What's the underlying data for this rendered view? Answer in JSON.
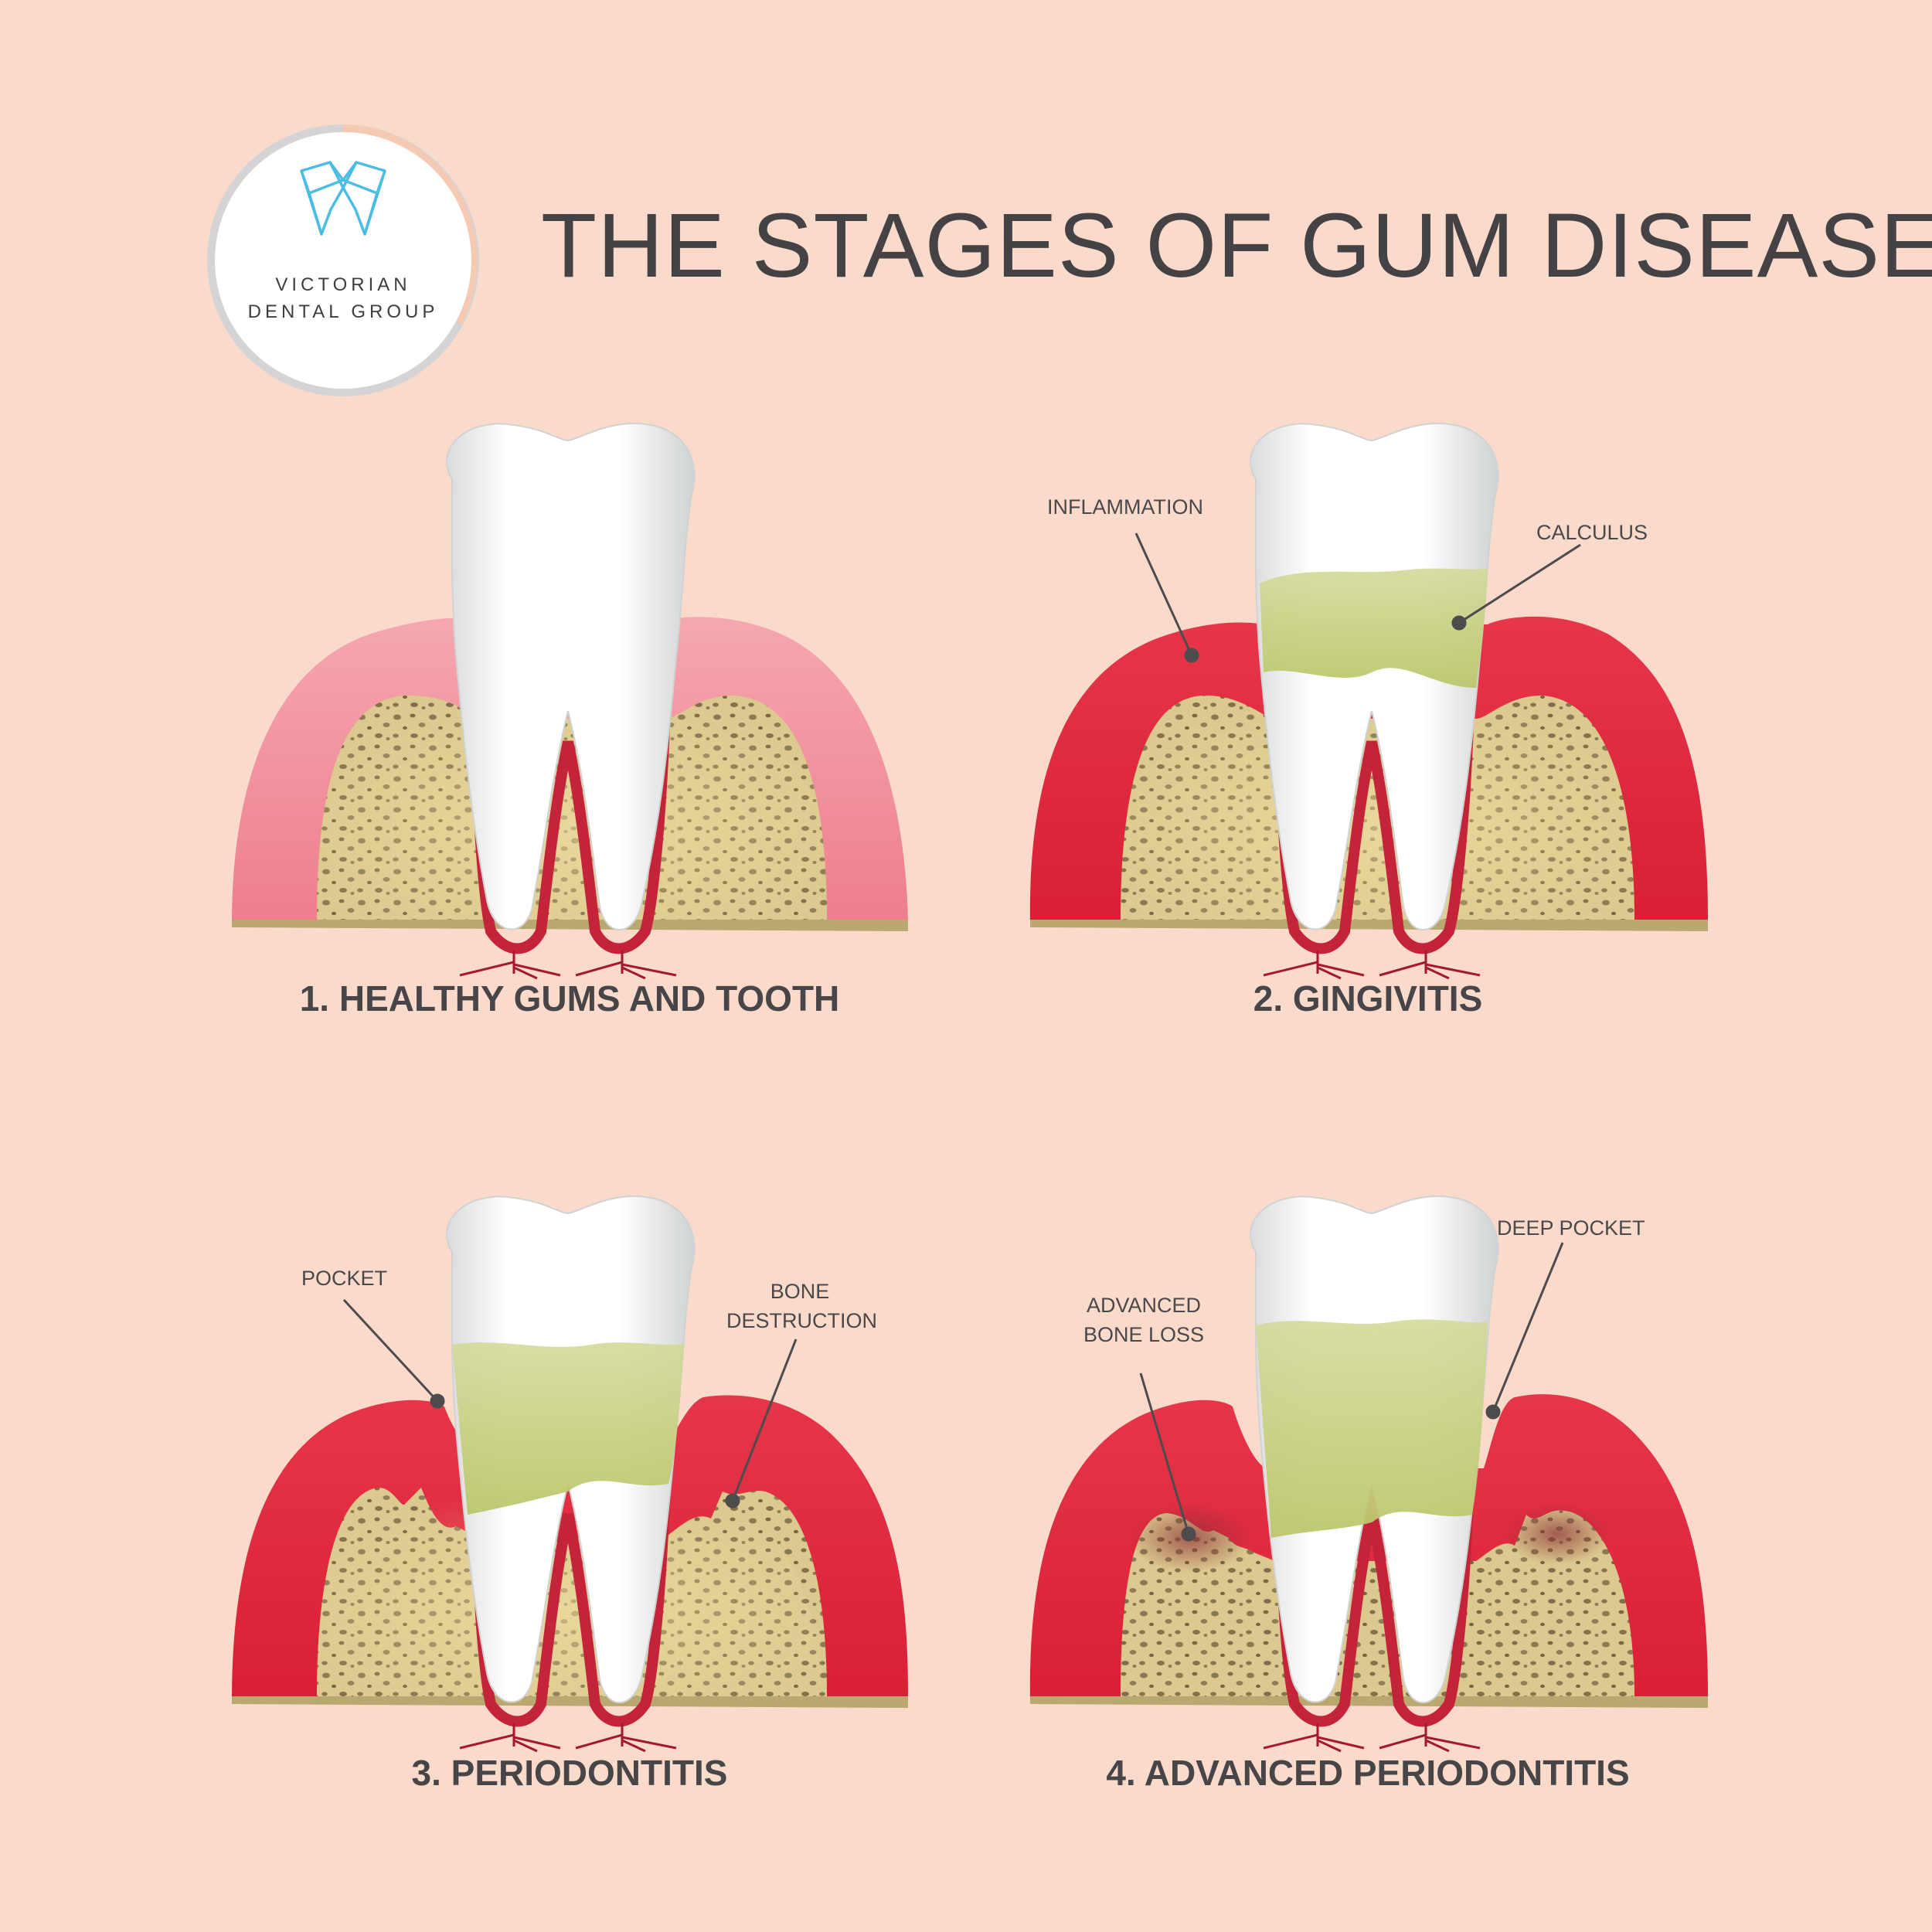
{
  "title": "THE STAGES OF GUM DISEASE",
  "logo": {
    "line1": "VICTORIAN",
    "line2": "DENTAL GROUP"
  },
  "colors": {
    "background": "#fadbcb",
    "healthy_gum": "#f08b98",
    "inflamed_gum": "#e0283c",
    "bone": "#d7c386",
    "calculus": "#c9d28a",
    "logo_accent": "#4bbde3"
  },
  "stages": [
    {
      "label": "1. HEALTHY GUMS AND TOOTH",
      "callouts": []
    },
    {
      "label": "2. GINGIVITIS",
      "callouts": [
        "INFLAMMATION",
        "CALCULUS"
      ]
    },
    {
      "label": "3. PERIODONTITIS",
      "callouts": [
        "POCKET",
        "BONE DESTRUCTION"
      ]
    },
    {
      "label": "4. ADVANCED PERIODONTITIS",
      "callouts": [
        "ADVANCED BONE LOSS",
        "DEEP POCKET"
      ]
    }
  ],
  "callouts": {
    "inflammation": "INFLAMMATION",
    "calculus": "CALCULUS",
    "pocket": "POCKET",
    "bone_destruction_1": "BONE",
    "bone_destruction_2": "DESTRUCTION",
    "advanced_bone_loss_1": "ADVANCED",
    "advanced_bone_loss_2": "BONE LOSS",
    "deep_pocket": "DEEP POCKET"
  }
}
